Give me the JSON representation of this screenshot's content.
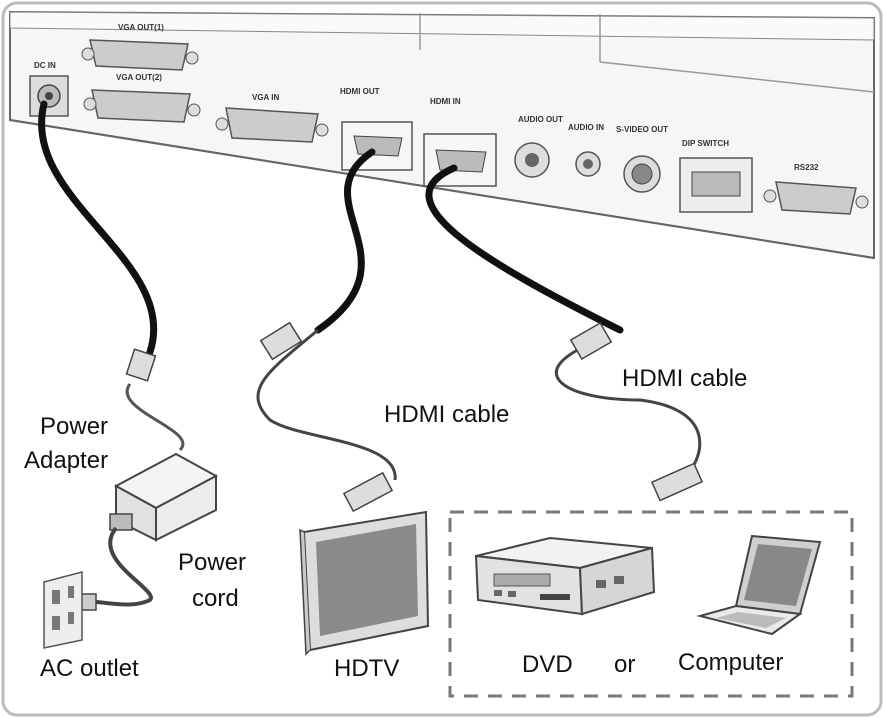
{
  "ports": {
    "dc_in": "DC IN",
    "vga_out_1": "VGA OUT(1)",
    "vga_out_2": "VGA OUT(2)",
    "vga_in": "VGA IN",
    "hdmi_out": "HDMI OUT",
    "hdmi_in": "HDMI IN",
    "audio_out": "AUDIO OUT",
    "audio_in": "AUDIO IN",
    "svideo_out": "S-VIDEO OUT",
    "dip_switch": "DIP SWITCH",
    "rs232": "RS232"
  },
  "labels": {
    "power_adapter_line1": "Power",
    "power_adapter_line2": "Adapter",
    "power_cord_line1": "Power",
    "power_cord_line2": "cord",
    "ac_outlet": "AC outlet",
    "hdmi_cable_1": "HDMI cable",
    "hdmi_cable_2": "HDMI cable",
    "hdtv": "HDTV",
    "dvd": "DVD",
    "or": "or",
    "computer": "Computer"
  },
  "colors": {
    "cable": "#111111",
    "device_fill": "#eeeeee",
    "outline": "#555555",
    "panel": "#f4f4f4",
    "dashed_box": "#777777"
  },
  "icons": [
    "dc-jack-icon",
    "vga-port-icon",
    "hdmi-port-icon",
    "audio-jack-icon",
    "svideo-port-icon",
    "dip-switch-icon",
    "rs232-port-icon",
    "power-adapter-icon",
    "ac-outlet-icon",
    "hdtv-icon",
    "dvd-player-icon",
    "laptop-icon"
  ]
}
